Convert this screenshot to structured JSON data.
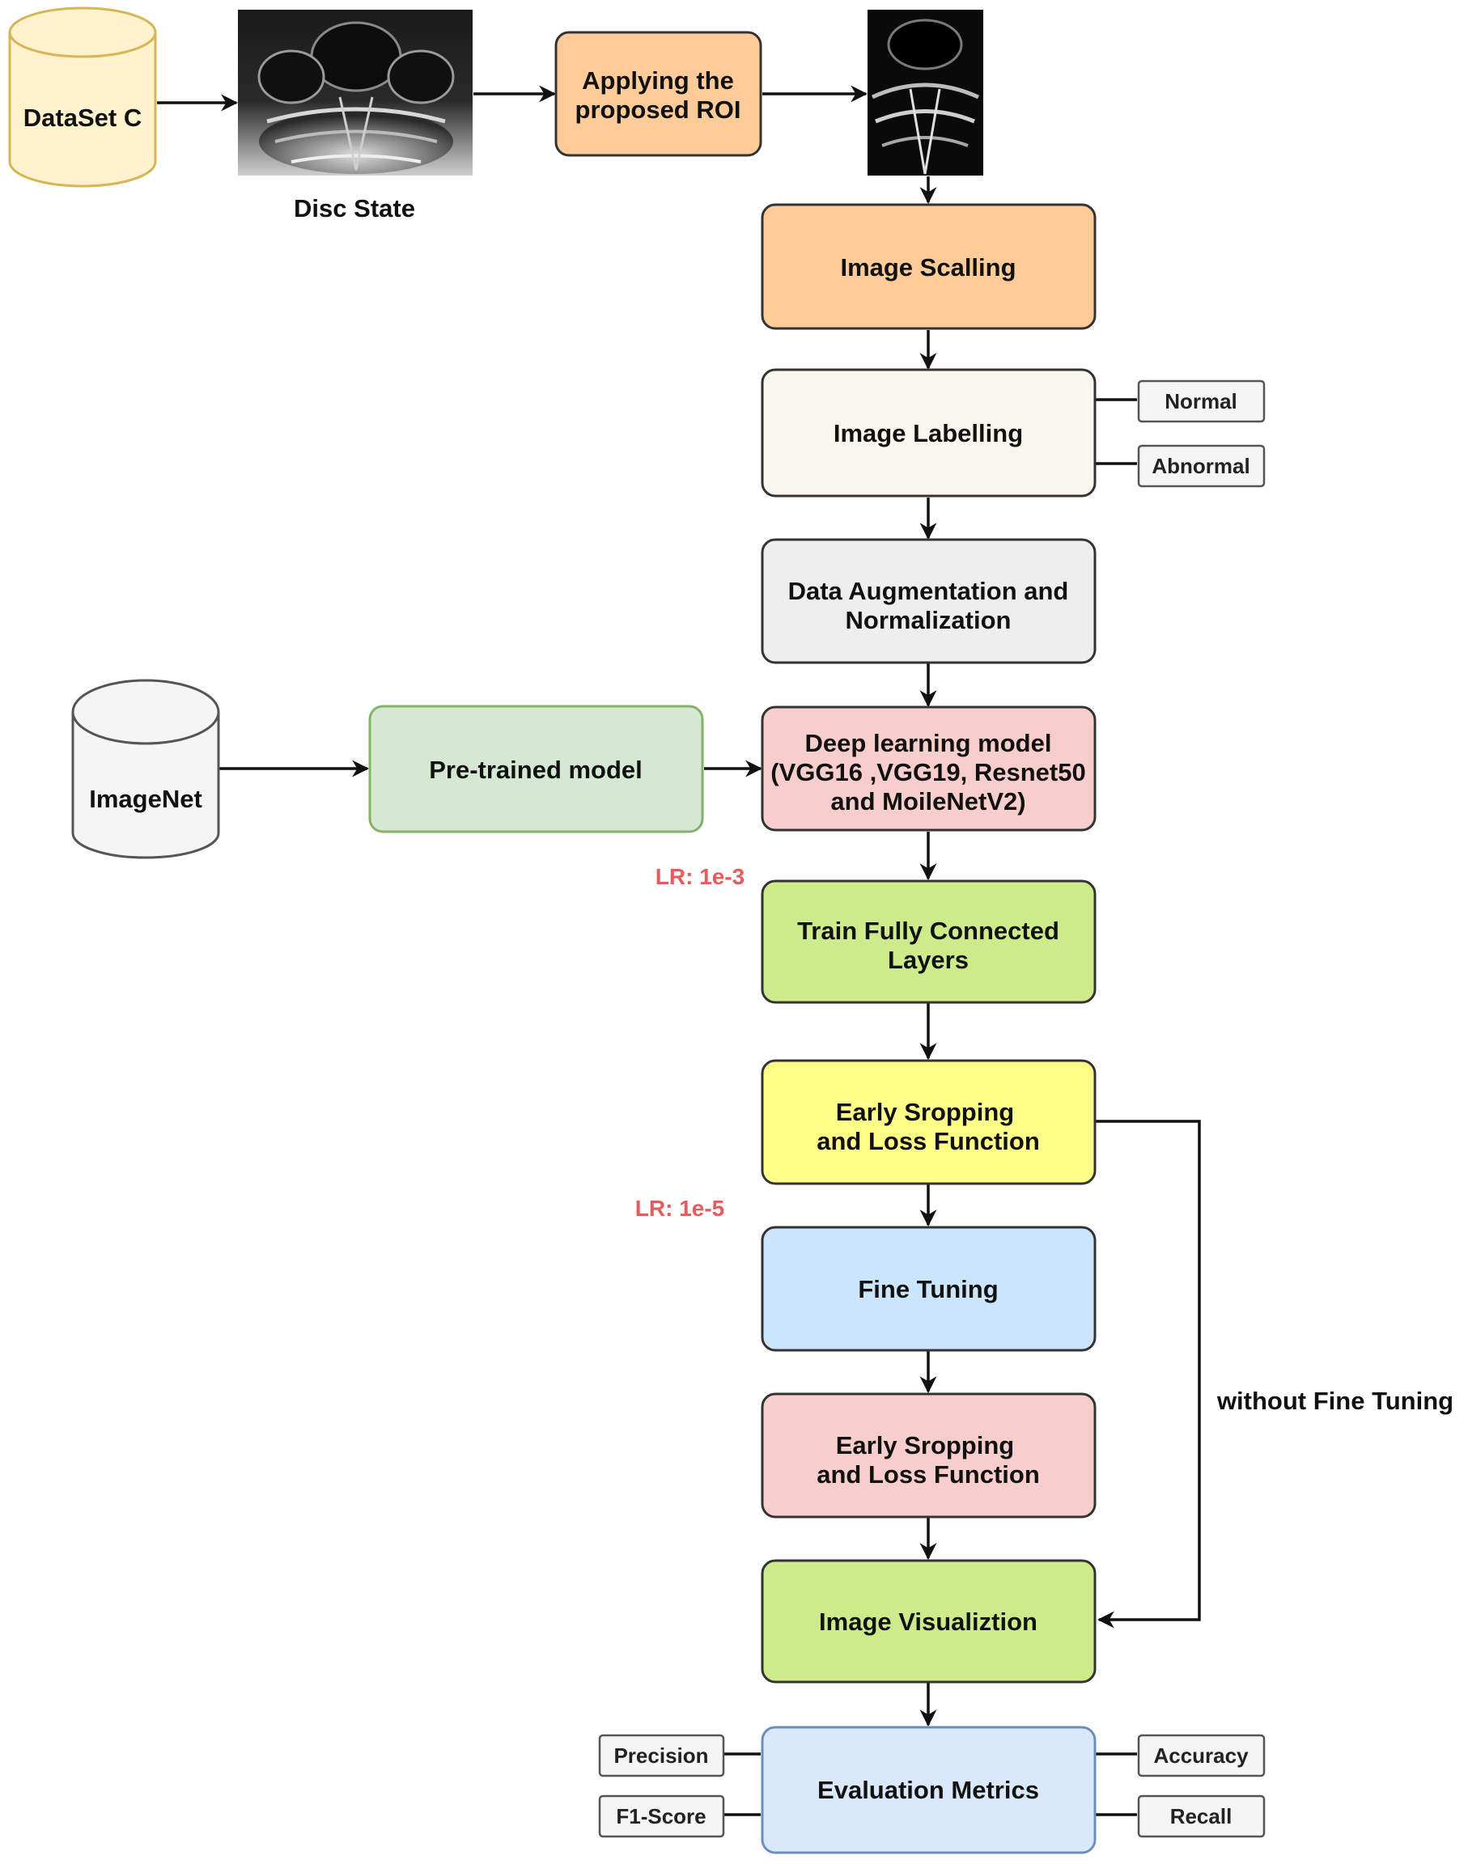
{
  "colors": {
    "orange": "#ffcc99",
    "cream": "#f9f7ed",
    "gray": "#eeeeee",
    "pink": "#f8cecc",
    "lime": "#cdeb8b",
    "yellow": "#ffff88",
    "blue": "#cce5ff",
    "light_blue": "#dae8fc",
    "green_light": "#d5e8d4",
    "db_yellow": "#fff2cc",
    "lr_red": "#e35d5d"
  },
  "sources": {
    "dataset": "DataSet C",
    "imagenet": "ImageNet"
  },
  "images": {
    "disc_caption": "Disc State"
  },
  "steps": {
    "roi": [
      "Applying the",
      "proposed ROI"
    ],
    "scaling": [
      "Image Scalling"
    ],
    "labelling": [
      "Image Labelling"
    ],
    "augmentation": [
      "Data Augmentation and",
      "Normalization"
    ],
    "pretrained": [
      "Pre-trained model"
    ],
    "deep_model": [
      "Deep learning model",
      "(VGG16 ,VGG19, Resnet50",
      "and MoileNetV2)"
    ],
    "train_fc": [
      "Train Fully Connected",
      "Layers"
    ],
    "early_stop_1": [
      "Early Sropping",
      "and Loss Function"
    ],
    "fine_tuning": [
      "Fine Tuning"
    ],
    "early_stop_2": [
      "Early Sropping",
      "and Loss Function"
    ],
    "visualization": [
      "Image Visualiztion"
    ],
    "evaluation": [
      "Evaluation Metrics"
    ]
  },
  "labels": {
    "normal": "Normal",
    "abnormal": "Abnormal"
  },
  "metrics": {
    "precision": "Precision",
    "f1": "F1-Score",
    "accuracy": "Accuracy",
    "recall": "Recall"
  },
  "annotations": {
    "lr_1": "LR: 1e-3",
    "lr_2": "LR: 1e-5",
    "skip": "without Fine Tuning"
  }
}
